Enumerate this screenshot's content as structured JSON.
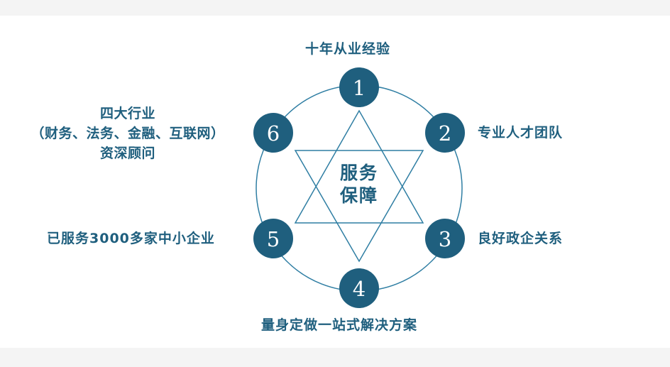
{
  "center": {
    "line1": "服务",
    "line2": "保障"
  },
  "nodes": [
    {
      "number": "1",
      "label": "十年从业经验"
    },
    {
      "number": "2",
      "label": "专业人才团队"
    },
    {
      "number": "3",
      "label": "良好政企关系"
    },
    {
      "number": "4",
      "label": "量身定做一站式解决方案"
    },
    {
      "number": "5",
      "label": "已服务3000多家中小企业"
    },
    {
      "number": "6",
      "label_lines": [
        "四大行业",
        "（财务、法务、金融、互联网）",
        "资深顾问"
      ]
    }
  ],
  "colors": {
    "node_fill": "#1f5f7e",
    "node_text": "#ffffff",
    "line": "#2f7ea3",
    "label": "#1f5f7e"
  }
}
